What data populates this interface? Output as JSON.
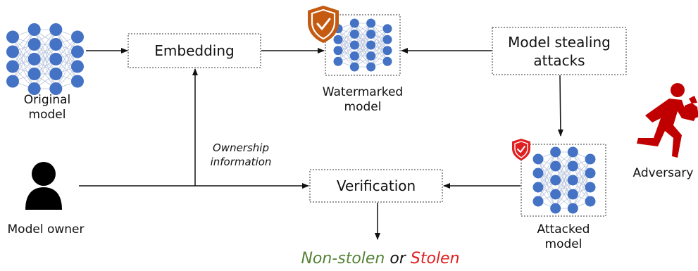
{
  "diagram": {
    "original_model_label": "Original\nmodel",
    "embedding_label": "Embedding",
    "watermarked_model_label": "Watermarked\nmodel",
    "model_stealing_label": "Model stealing\nattacks",
    "adversary_label": "Adversary",
    "ownership_info_label": "Ownership\ninformation",
    "model_owner_label": "Model owner",
    "verification_label": "Verification",
    "attacked_model_label": "Attacked\nmodel",
    "result": {
      "non_stolen": "Non-stolen",
      "or": "or",
      "stolen": "Stolen"
    }
  },
  "colors": {
    "node": "#4472C4",
    "shield": "#C55A11",
    "shield_small": "#E02020",
    "adversary": "#C00000",
    "non_stolen": "#548235",
    "stolen": "#E02020"
  },
  "icons": {
    "shield": "shield-check-icon",
    "adversary": "running-thief-icon",
    "owner": "person-icon"
  }
}
